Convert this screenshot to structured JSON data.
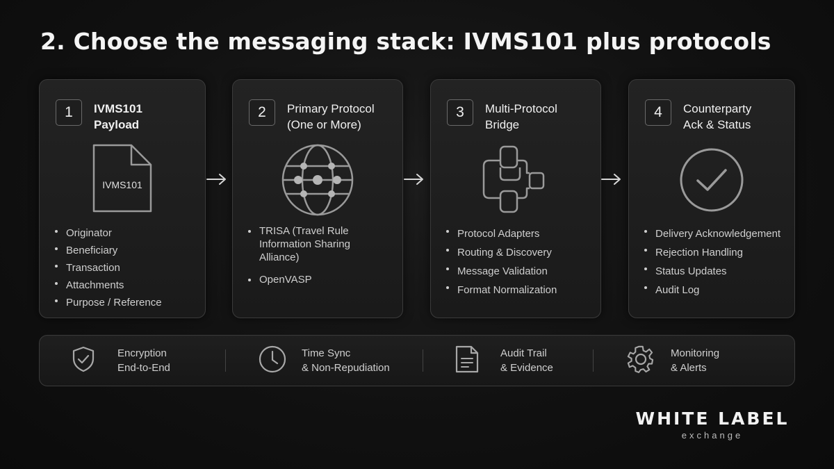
{
  "slide": {
    "title": "2. Choose the messaging stack: IVMS101 plus protocols"
  },
  "cards": [
    {
      "number": "1",
      "title_lines": [
        "IVMS101",
        "Payload"
      ],
      "icon": "document-icon",
      "icon_label": "IVMS101",
      "items": [
        "Originator",
        "Beneficiary",
        "Transaction",
        "Attachments",
        "Purpose / Reference"
      ]
    },
    {
      "number": "2",
      "title_lines": [
        "Primary Protocol",
        "(One or More)"
      ],
      "icon": "globe-network-icon",
      "items": [
        "TRISA (Travel Rule Information Sharing Alliance)",
        "OpenVASP"
      ]
    },
    {
      "number": "3",
      "title_lines": [
        "Multi-Protocol",
        "Bridge"
      ],
      "icon": "bridge-nodes-icon",
      "items": [
        "Protocol Adapters",
        "Routing & Discovery",
        "Message Validation",
        "Format Normalization"
      ]
    },
    {
      "number": "4",
      "title_lines": [
        "Counterparty",
        "Ack & Status"
      ],
      "icon": "check-circle-icon",
      "items": [
        "Delivery Acknowledgement",
        "Rejection Handling",
        "Status Updates",
        "Audit Log"
      ]
    }
  ],
  "features": [
    {
      "icon": "shield-check-icon",
      "lines": [
        "Encryption",
        "End-to-End"
      ]
    },
    {
      "icon": "clock-icon",
      "lines": [
        "Time Sync",
        "& Non-Repudiation"
      ]
    },
    {
      "icon": "document-lines-icon",
      "lines": [
        "Audit Trail",
        "& Evidence"
      ]
    },
    {
      "icon": "gear-icon",
      "lines": [
        "Monitoring",
        "& Alerts"
      ]
    }
  ],
  "brand": {
    "name": "WHITE LABEL",
    "sub": "exchange"
  }
}
